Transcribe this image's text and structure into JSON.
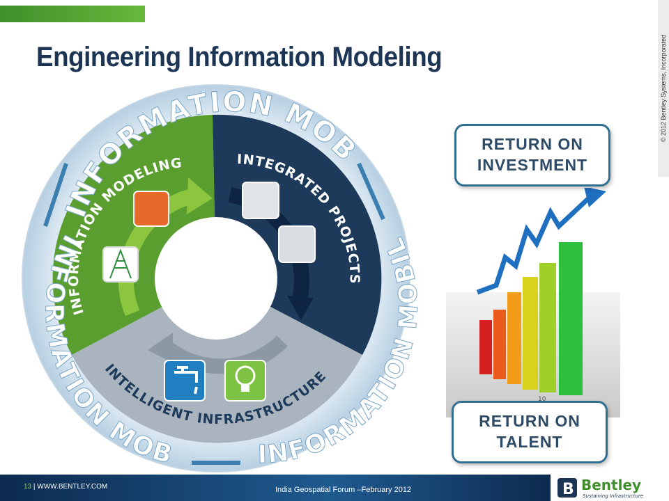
{
  "slide": {
    "title": "Engineering Information Modeling",
    "copyright": "© 2012  Bentley Systems, Incorporated"
  },
  "diagram": {
    "ring_text_top": "INFORMATION MOBILITY",
    "ring_text_left": "INFORMATION MOBILITY",
    "ring_text_right": "INFORMATION MOBILITY",
    "ring_text_bottom": "INFORMATION MOBILITY",
    "segment_modeling": "INFORMATION MODELING",
    "segment_projects": "INTEGRATED PROJECTS",
    "segment_infrastructure": "INTELLIGENT INFRASTRUCTURE",
    "colors": {
      "green": "#5a9e2f",
      "navy": "#1e3a5a",
      "gray": "#a9b4bf",
      "ring": "#cfe0ec"
    }
  },
  "chart_visual": {
    "roi_line1": "RETURN ON",
    "roi_line2": "INVESTMENT",
    "rot_line1": "RETURN ON",
    "rot_line2": "TALENT",
    "axis_label": "10"
  },
  "footer": {
    "page_number": "13",
    "url": " | WWW.BENTLEY.COM",
    "event": "India Geospatial Forum –February 2012",
    "logo_name": "Bentley",
    "logo_tagline": "Sustaining Infrastructure"
  }
}
